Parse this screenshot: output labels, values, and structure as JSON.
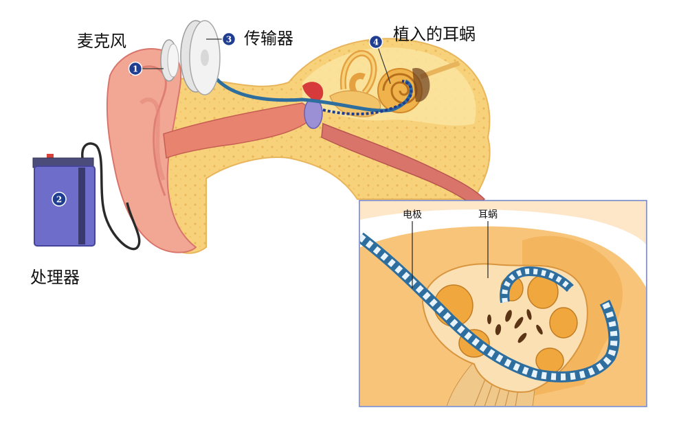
{
  "labels": {
    "microphone": "麦克风",
    "transmitter": "传输器",
    "implant": "植入的耳蜗",
    "processor": "处理器"
  },
  "inset_labels": {
    "electrode": "电极",
    "cochlea": "耳蜗"
  },
  "badges": [
    "1",
    "2",
    "3",
    "4"
  ],
  "colors": {
    "skin": "#f2a795",
    "skin_dark": "#d9746a",
    "bone": "#f7d27a",
    "bone_light": "#fbe6a4",
    "canal": "#e8836f",
    "badge": "#1f3d91",
    "processor": "#6e6dc9",
    "electrode": "#3a8ec7",
    "inset_border": "#6a7fbf",
    "cochlea": "#f0b24a"
  }
}
